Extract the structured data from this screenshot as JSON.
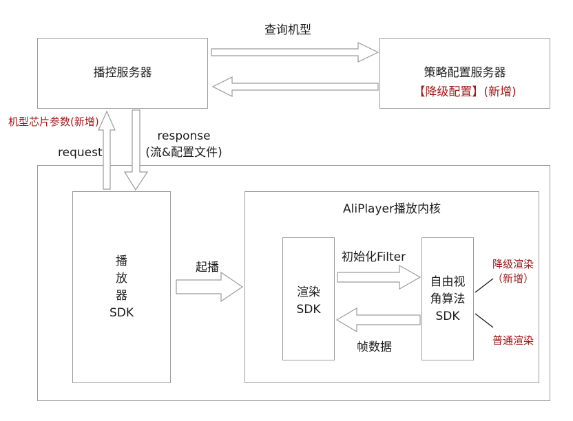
{
  "nodes": {
    "control_server": "播控服务器",
    "policy_server": "策略配置服务器",
    "policy_note": "【降级配置】(新增)",
    "player_sdk_lines": [
      "播",
      "放",
      "器",
      "SDK"
    ],
    "kernel_title": "AliPlayer播放内核",
    "render_sdk_lines": [
      "渲染",
      "SDK"
    ],
    "fov_sdk_lines": [
      "自由视",
      "角算法",
      "SDK"
    ]
  },
  "edges": {
    "query_model": "查询机型",
    "request": "request",
    "request_note": "机型芯片参数(新增)",
    "response_lines": [
      "response",
      "(流&配置文件)"
    ],
    "start_play": "起播",
    "init_filter": "初始化Filter",
    "frame_data": "帧数据"
  },
  "notes": {
    "degrade_render_lines": [
      "降级渲染",
      "（新增）"
    ],
    "normal_render": "普通渲染"
  },
  "colors": {
    "border": "#9a9a9a",
    "highlight": "#a11a1a"
  }
}
